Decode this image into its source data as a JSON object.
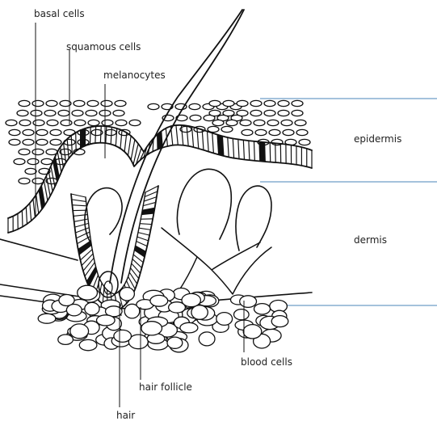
{
  "labels": {
    "basal_cells": "basal cells",
    "squamous_cells": "squamous cells",
    "melanocytes": "melanocytes",
    "epidermis": "epidermis",
    "dermis": "dermis",
    "blood_cells": "blood cells",
    "hair_follicle": "hair follicle",
    "hair": "hair"
  },
  "colors": {
    "line": "#111111",
    "layer_rule": "#4a86b8",
    "text": "#222222",
    "background": "#ffffff"
  }
}
